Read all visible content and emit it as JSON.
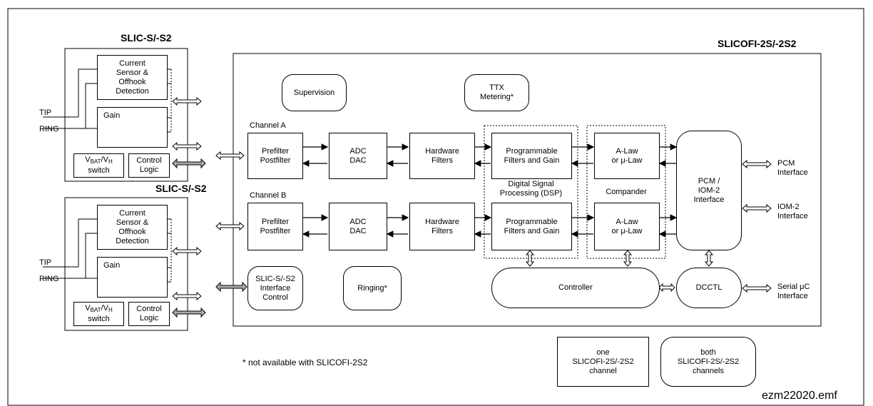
{
  "slic_title": "SLIC-S/-S2",
  "slicofi_title": "SLICOFI-2S/-2S2",
  "slic": {
    "sensor": "Current\nSensor &\nOffhook\nDetection",
    "gain": "Gain",
    "vbat_main": "V",
    "vbat_sub": "BAT",
    "vh_sep": "/V",
    "vh_sub": "H",
    "switch_label": "switch",
    "control_logic": "Control\nLogic",
    "tip": "TIP",
    "ring": "RING"
  },
  "blocks": {
    "supervision": "Supervision",
    "ttx": "TTX\nMetering*",
    "channel_a": "Channel A",
    "channel_b": "Channel B",
    "prefilter": "Prefilter\nPostfilter",
    "adc": "ADC\nDAC",
    "hw_filters": "Hardware\nFilters",
    "prog_filters": "Programmable\nFilters and Gain",
    "alaw": "A-Law\nor μ-Law",
    "dsp": "Digital Signal\nProcessing (DSP)",
    "compander": "Compander",
    "pcm_iom": "PCM /\nIOM-2\nInterface",
    "slic_if_ctrl": "SLIC-S/-S2\nInterface\nControl",
    "ringing": "Ringing*",
    "controller": "Controller",
    "dcctl": "DCCTL"
  },
  "interfaces": {
    "pcm": "PCM\nInterface",
    "iom": "IOM-2\nInterface",
    "serial": "Serial μC\nInterface"
  },
  "footnote": "* not available with SLICOFI-2S2",
  "legend": {
    "one": "one\nSLICOFI-2S/-2S2\nchannel",
    "both": "both\nSLICOFI-2S/-2S2\nchannels"
  },
  "filename": "ezm22020.emf"
}
